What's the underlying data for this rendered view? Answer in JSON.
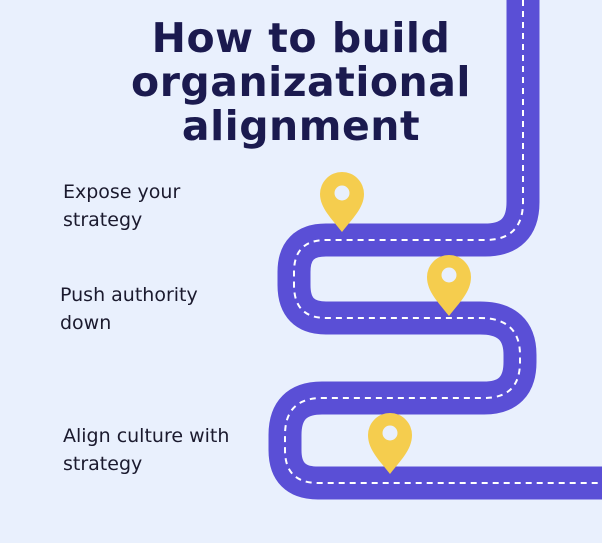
{
  "title": {
    "line1": "How to build",
    "line2": "organizational",
    "line3": "alignment"
  },
  "steps": [
    {
      "line1": "Expose your",
      "line2": "strategy"
    },
    {
      "line1": "Push authority",
      "line2": "down"
    },
    {
      "line1": "Align culture with",
      "line2": "strategy"
    }
  ],
  "colors": {
    "background": "#e9f0fd",
    "road": "#5a4fd6",
    "road_dash": "#ffffff",
    "pin": "#f5cd4e",
    "title_text": "#1b1a4f",
    "body_text": "#1b1a2e"
  }
}
